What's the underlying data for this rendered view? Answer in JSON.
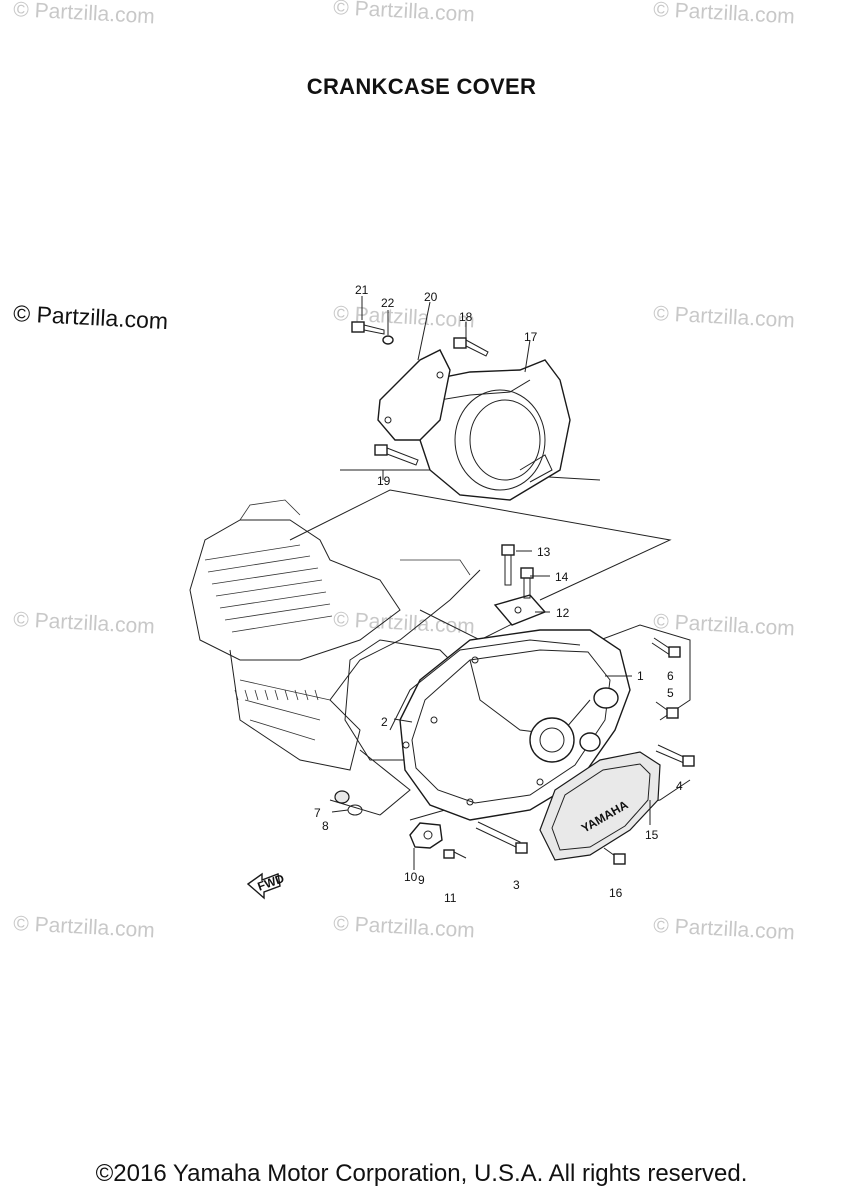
{
  "title": "CRANKCASE COVER",
  "footer": "©2016 Yamaha Motor Corporation, U.S.A. All rights reserved.",
  "watermark_text": "© Partzilla.com",
  "watermark_primary": "© Partzilla.com",
  "cover_badge": "YAMAHA",
  "fwd_label": "FWD",
  "callouts": {
    "c1": "1",
    "c2": "2",
    "c3": "3",
    "c4": "4",
    "c5": "5",
    "c6": "6",
    "c7": "7",
    "c8": "8",
    "c9": "9",
    "c10": "10",
    "c11": "11",
    "c12": "12",
    "c13": "13",
    "c14": "14",
    "c15": "15",
    "c16": "16",
    "c17": "17",
    "c18": "18",
    "c19": "19",
    "c20": "20",
    "c21": "21",
    "c22": "22"
  },
  "colors": {
    "line": "#222222",
    "watermark": "#c8c8c8"
  }
}
